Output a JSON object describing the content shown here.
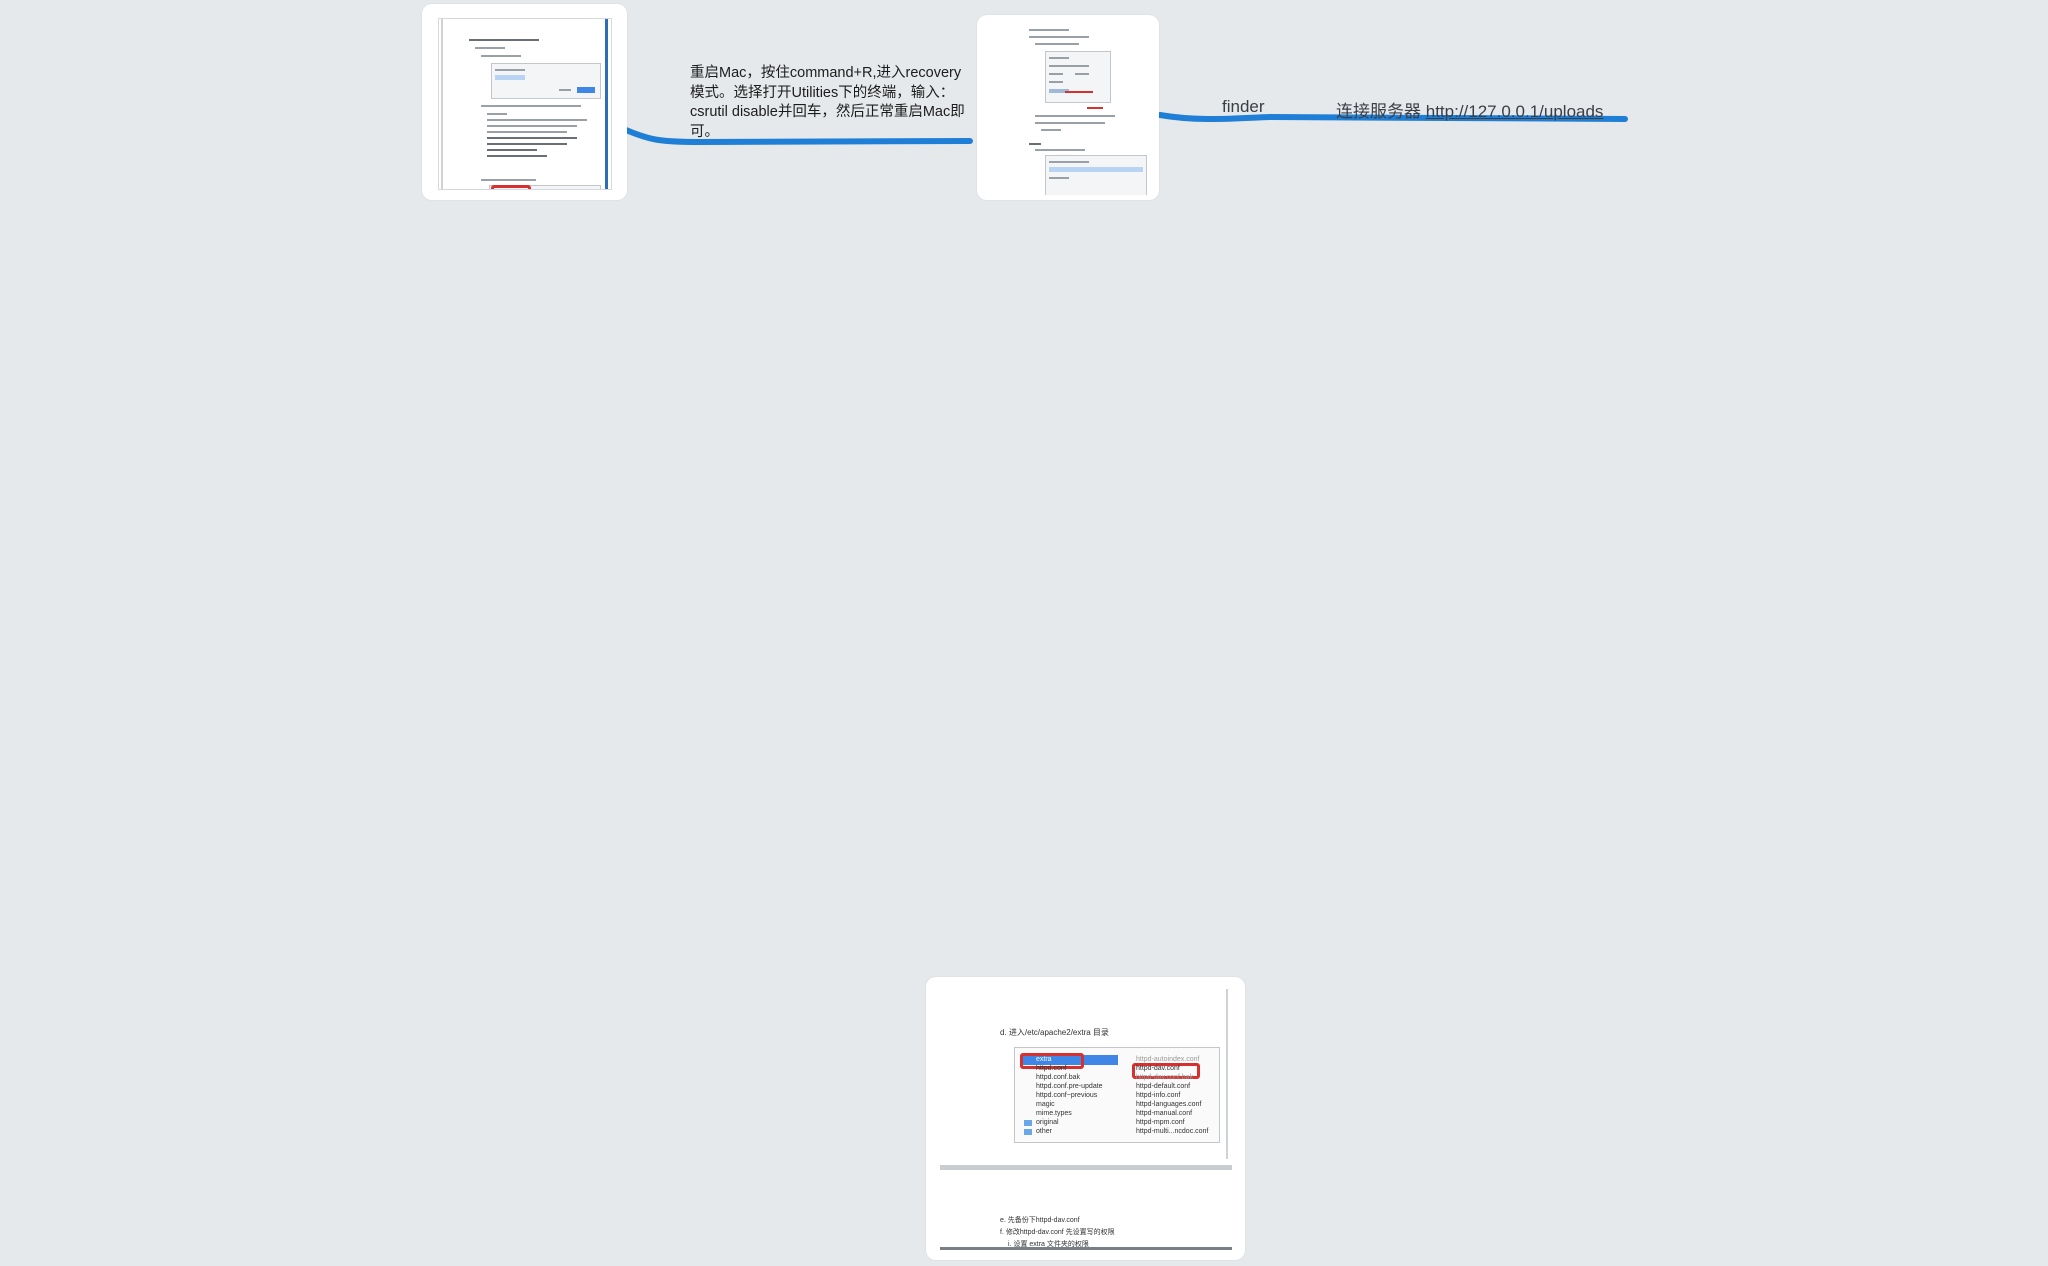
{
  "nodes": {
    "recovery_text": "重启Mac，按住command+R,进入recovery模式。选择打开Utilities下的终端，输入：csrutil disable并回车，然后正常重启Mac即可。",
    "finder_label": "finder",
    "connect_prefix": "连接服务器",
    "connect_url": "http://127.0.0.1/uploads"
  },
  "thumbnails": {
    "bottom_doc": {
      "heading": "d. 进入/etc/apache2/extra 目录",
      "left_files": [
        "extra",
        "httpd.conf",
        "httpd.conf.bak",
        "httpd.conf.pre-update",
        "httpd.conf~previous",
        "magic",
        "mime.types",
        "original",
        "other"
      ],
      "right_files": [
        "httpd-autoindex.conf",
        "httpd-dav.conf",
        "httpd-dav.conf.bak",
        "httpd-default.conf",
        "httpd-info.conf",
        "httpd-languages.conf",
        "httpd-manual.conf",
        "httpd-mpm.conf",
        "httpd-multi...ncdoc.conf"
      ],
      "step_e": "e. 先备份下httpd-dav.conf",
      "step_f": "f. 修改httpd-dav.conf 先设置写的权限",
      "step_f_i": "i. 设置 extra 文件夹的权限"
    }
  },
  "colors": {
    "background": "#e6e9ec",
    "connector": "#1f7fd6",
    "highlight_red": "#d6312e",
    "selection_blue": "#3f86e6"
  },
  "icons": [
    "folder-icon",
    "file-icon"
  ]
}
